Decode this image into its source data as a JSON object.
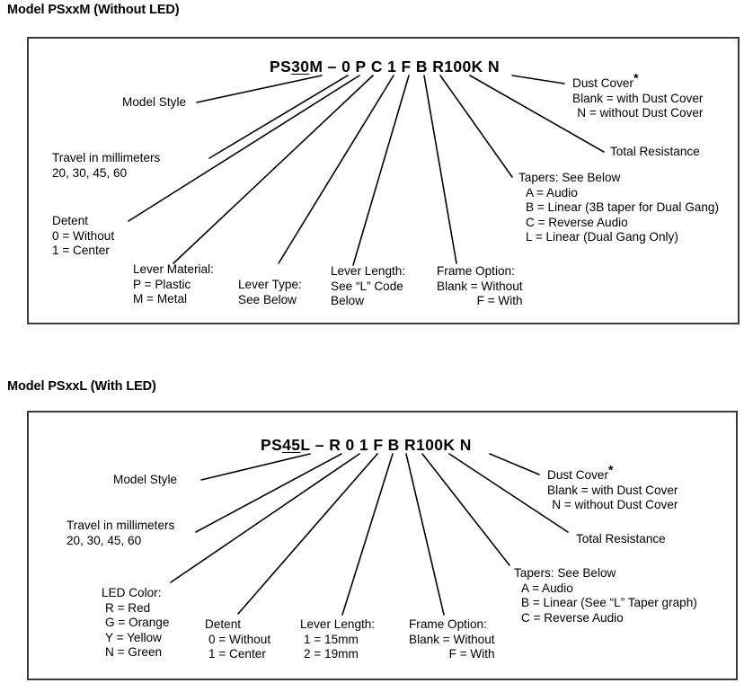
{
  "document": {
    "type": "part-number-breakdown-diagram",
    "line_color": "#000000",
    "box_border_color": "#3a3a3a",
    "background": "#ffffff"
  },
  "diagram_1": {
    "title": "Model PSxxM (Without LED)",
    "part_number": {
      "full": "PS30M – 0 P C 1 F B R100K N",
      "prefix": "PS",
      "travel": "30",
      "suffix": "M",
      "dash": "–",
      "fields": [
        "0",
        "P",
        "C",
        "1",
        "F",
        "B",
        "R100K",
        "N"
      ]
    },
    "callouts": {
      "model_style": {
        "label": "Model Style"
      },
      "travel": {
        "label": "Travel in millimeters",
        "values": "20, 30, 45, 60"
      },
      "detent": {
        "label": "Detent",
        "opt1": "0 = Without",
        "opt2": "1 = Center"
      },
      "lever_material": {
        "label": "Lever Material:",
        "opt1": "P = Plastic",
        "opt2": "M = Metal"
      },
      "lever_type": {
        "label": "Lever Type:",
        "opt1": "See Below"
      },
      "lever_length": {
        "label": "Lever Length:",
        "opt1": "See “L” Code",
        "opt2": "Below"
      },
      "frame_option": {
        "label": "Frame Option:",
        "opt1": "Blank = Without",
        "opt2": "F = With"
      },
      "tapers": {
        "label": "Tapers: See Below",
        "opt1": "A = Audio",
        "opt2": "B = Linear (3B taper for Dual Gang)",
        "opt3": "C = Reverse Audio",
        "opt4": "L = Linear (Dual Gang Only)"
      },
      "total_resistance": {
        "label": "Total Resistance"
      },
      "dust_cover": {
        "label": "Dust Cover",
        "footnote_marker": "*",
        "opt1": "Blank = with Dust Cover",
        "opt2": "N = without Dust Cover"
      }
    }
  },
  "diagram_2": {
    "title": "Model PSxxL (With LED)",
    "part_number": {
      "full": "PS45L – R 0 1 F B R100K N",
      "prefix": "PS",
      "travel": "45",
      "suffix": "L",
      "dash": "–",
      "fields": [
        "R",
        "0",
        "1",
        "F",
        "B",
        "R100K",
        "N"
      ]
    },
    "callouts": {
      "model_style": {
        "label": "Model Style"
      },
      "travel": {
        "label": "Travel in millimeters",
        "values": "20, 30, 45, 60"
      },
      "led_color": {
        "label": "LED Color:",
        "opt1": "R = Red",
        "opt2": "G = Orange",
        "opt3": "Y = Yellow",
        "opt4": "N = Green"
      },
      "detent": {
        "label": "Detent",
        "opt1": "0 = Without",
        "opt2": "1 = Center"
      },
      "lever_length": {
        "label": "Lever Length:",
        "opt1": "1 = 15mm",
        "opt2": "2 = 19mm"
      },
      "frame_option": {
        "label": "Frame Option:",
        "opt1": "Blank = Without",
        "opt2": "F = With"
      },
      "tapers": {
        "label": "Tapers: See Below",
        "opt1": "A = Audio",
        "opt2": "B = Linear (See “L” Taper graph)",
        "opt3": "C = Reverse Audio"
      },
      "total_resistance": {
        "label": "Total Resistance"
      },
      "dust_cover": {
        "label": "Dust Cover",
        "footnote_marker": "*",
        "opt1": "Blank = with Dust Cover",
        "opt2": "N = without Dust Cover"
      }
    }
  }
}
